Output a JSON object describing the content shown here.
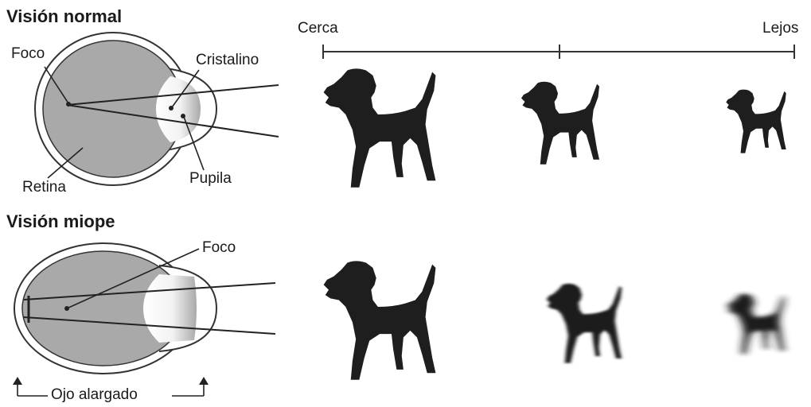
{
  "sections": {
    "normal": {
      "title": "Visión normal"
    },
    "myopic": {
      "title": "Visión miope"
    }
  },
  "labels": {
    "foco": "Foco",
    "cristalino": "Cristalino",
    "retina": "Retina",
    "pupila": "Pupila",
    "ojo_alargado": "Ojo alargado"
  },
  "distance_scale": {
    "near": "Cerca",
    "far": "Lejos"
  },
  "colors": {
    "eye_fill": "#a9a9a9",
    "outline": "#333333",
    "silhouette": "#1e1e1e",
    "lens_highlight": "#ffffff"
  },
  "icons": [
    "normal-eye-diagram",
    "myopic-eye-diagram",
    "dog-silhouette"
  ],
  "dog_rows": {
    "normal": [
      {
        "position": "cerca",
        "blur": false
      },
      {
        "position": "medio",
        "blur": false
      },
      {
        "position": "lejos",
        "blur": false
      }
    ],
    "myopic": [
      {
        "position": "cerca",
        "blur": false
      },
      {
        "position": "medio",
        "blur": "moderate"
      },
      {
        "position": "lejos",
        "blur": "strong"
      }
    ]
  }
}
